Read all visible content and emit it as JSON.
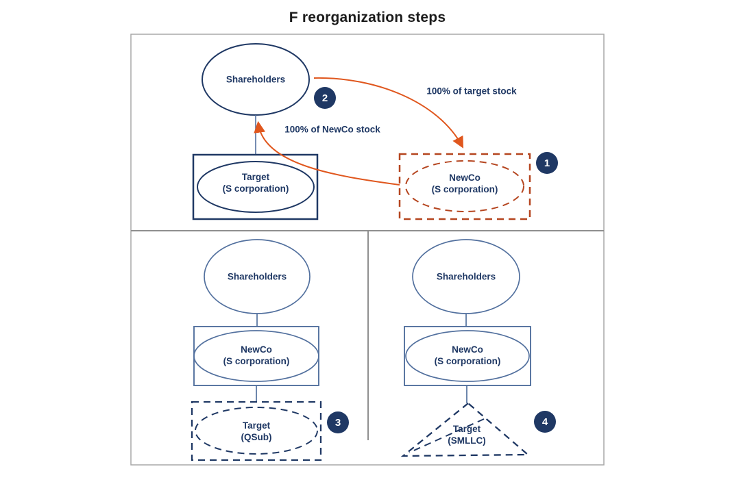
{
  "title": "F reorganization steps",
  "colors": {
    "navy": "#1f3864",
    "slate": "#52709e",
    "orange": "#e0571e",
    "rust": "#b5451f",
    "divider": "#8f8f8f",
    "border": "#a8a8a8",
    "ink": "#1b1b1b"
  },
  "top_panel": {
    "shareholders_label": "Shareholders",
    "target": {
      "line1": "Target",
      "line2": "(S corporation)"
    },
    "newco": {
      "line1": "NewCo",
      "line2": "(S corporation)"
    },
    "target_stock_label": "100% of target stock",
    "newco_stock_label": "100% of NewCo stock",
    "badge_newco": "1",
    "badge_exchange": "2"
  },
  "bottom_left_panel": {
    "shareholders_label": "Shareholders",
    "newco": {
      "line1": "NewCo",
      "line2": "(S corporation)"
    },
    "target": {
      "line1": "Target",
      "line2": "(QSub)"
    },
    "badge": "3"
  },
  "bottom_right_panel": {
    "shareholders_label": "Shareholders",
    "newco": {
      "line1": "NewCo",
      "line2": "(S corporation)"
    },
    "target": {
      "line1": "Target",
      "line2": "(SMLLC)"
    },
    "badge": "4"
  }
}
